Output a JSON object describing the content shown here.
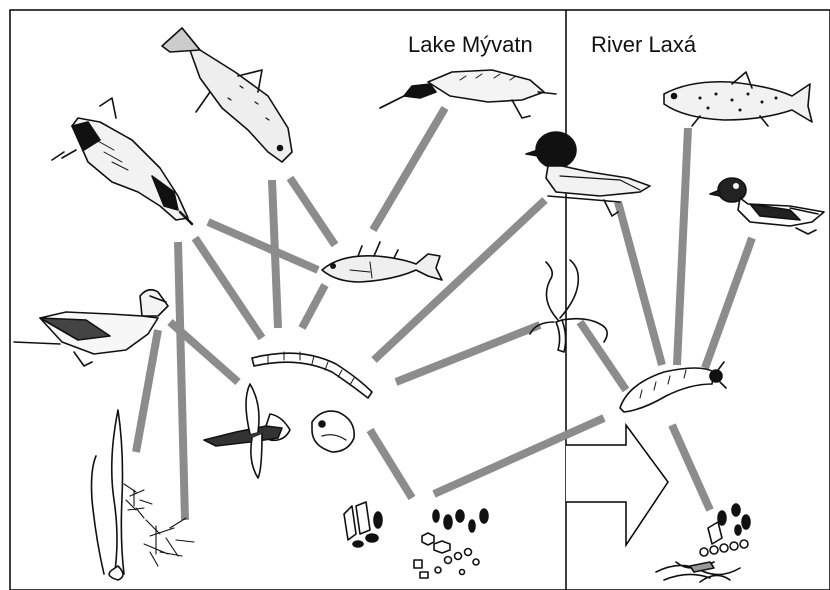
{
  "regions": {
    "lake": "Lake Mývatn",
    "river": "River Laxá"
  },
  "colors": {
    "link": "#8c8c8c",
    "ink": "#111111",
    "background": "#ffffff",
    "frame": "#000000"
  },
  "organisms": [
    {
      "id": "trout-lake",
      "icon": "brown-trout-icon"
    },
    {
      "id": "cormorant-diving",
      "icon": "diving-duck-icon"
    },
    {
      "id": "phalarope",
      "icon": "phalarope-icon"
    },
    {
      "id": "goldeneye",
      "icon": "goldeneye-icon"
    },
    {
      "id": "stickleback",
      "icon": "stickleback-icon"
    },
    {
      "id": "eider",
      "icon": "eider-duck-icon"
    },
    {
      "id": "chironomid-larva-lake",
      "icon": "chironomid-larva-icon"
    },
    {
      "id": "tadpole-shrimp",
      "icon": "crustacean-icon"
    },
    {
      "id": "water-flea",
      "icon": "cladoceran-icon"
    },
    {
      "id": "macrophytes",
      "icon": "pondweed-icon"
    },
    {
      "id": "algae-lake",
      "icon": "diatom-algae-icon"
    },
    {
      "id": "hydra",
      "icon": "hydra-icon"
    },
    {
      "id": "trout-river",
      "icon": "river-trout-icon"
    },
    {
      "id": "harlequin",
      "icon": "harlequin-duck-icon"
    },
    {
      "id": "blackfly-larva",
      "icon": "blackfly-larva-icon"
    },
    {
      "id": "algae-river",
      "icon": "river-algae-icon"
    }
  ]
}
